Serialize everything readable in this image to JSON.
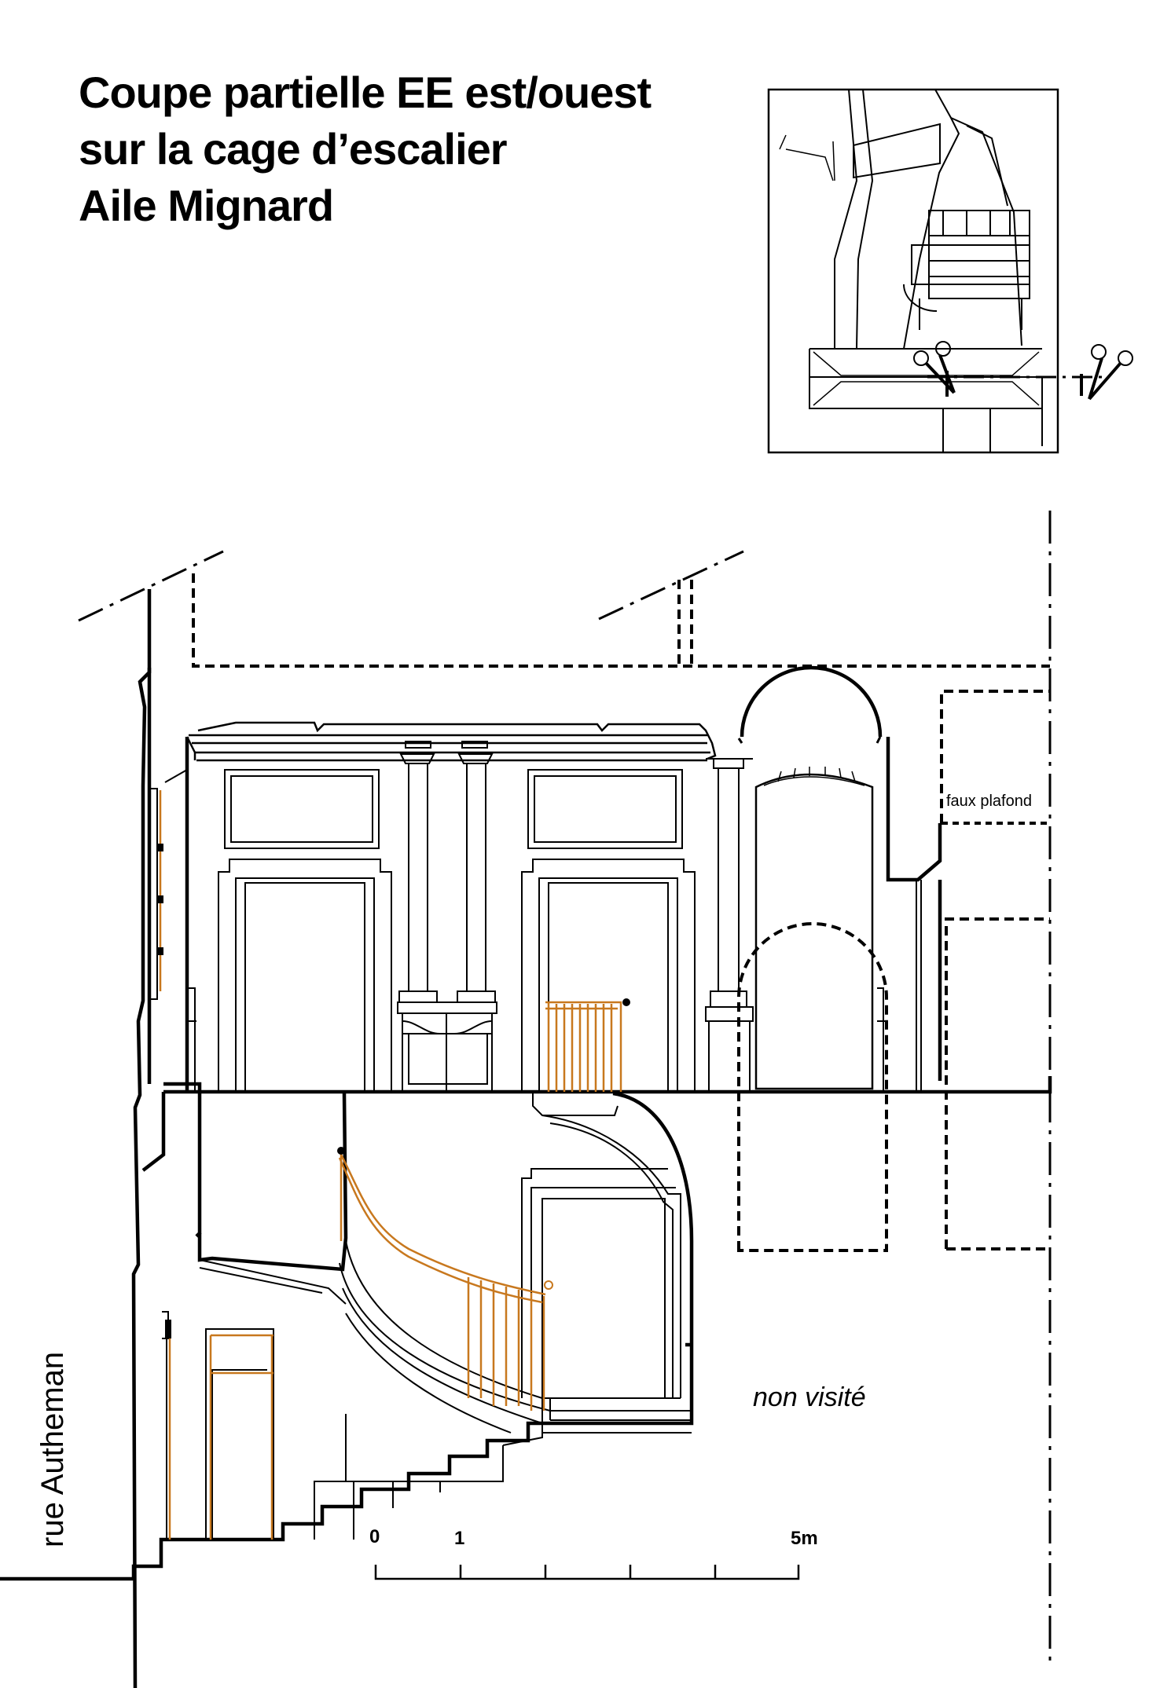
{
  "title": {
    "line1": "Coupe partielle EE est/ouest",
    "line2": "sur la cage d’escalier",
    "line3": "Aile Mignard"
  },
  "labels": {
    "faux_plafond": "faux plafond",
    "non_visite": "non visité",
    "street": "rue Autheman"
  },
  "scale_bar": {
    "label_0": "0",
    "label_1": "1",
    "label_5": "5m"
  },
  "colors": {
    "line": "#000000",
    "railing": "#c8781e",
    "background": "#ffffff"
  },
  "icons": [
    "scissors-icon",
    "scissors-icon"
  ]
}
